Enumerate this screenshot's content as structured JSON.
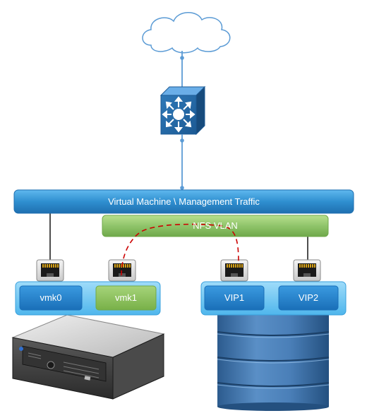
{
  "diagram": {
    "bars": {
      "vm_mgmt": "Virtual Machine \\ Management Traffic",
      "nfs": "NFS VLAN"
    },
    "host_ports": {
      "port1": "vmk0",
      "port2": "vmk1"
    },
    "storage_ports": {
      "port1": "VIP1",
      "port2": "VIP2"
    },
    "colors": {
      "blue_bar": "#2f8fd0",
      "green_bar": "#8fc46a",
      "panel": "#5cc0f0",
      "nic_blue": "#1f7fc8",
      "nic_green": "#8cc05a",
      "link": "#5b9bd5",
      "nfs_path": "#cc0000",
      "storage_body": "#3f74ad"
    },
    "icons": [
      "cloud-icon",
      "layer3-switch-icon",
      "ethernet-port-icon",
      "server-icon",
      "storage-array-icon"
    ]
  }
}
